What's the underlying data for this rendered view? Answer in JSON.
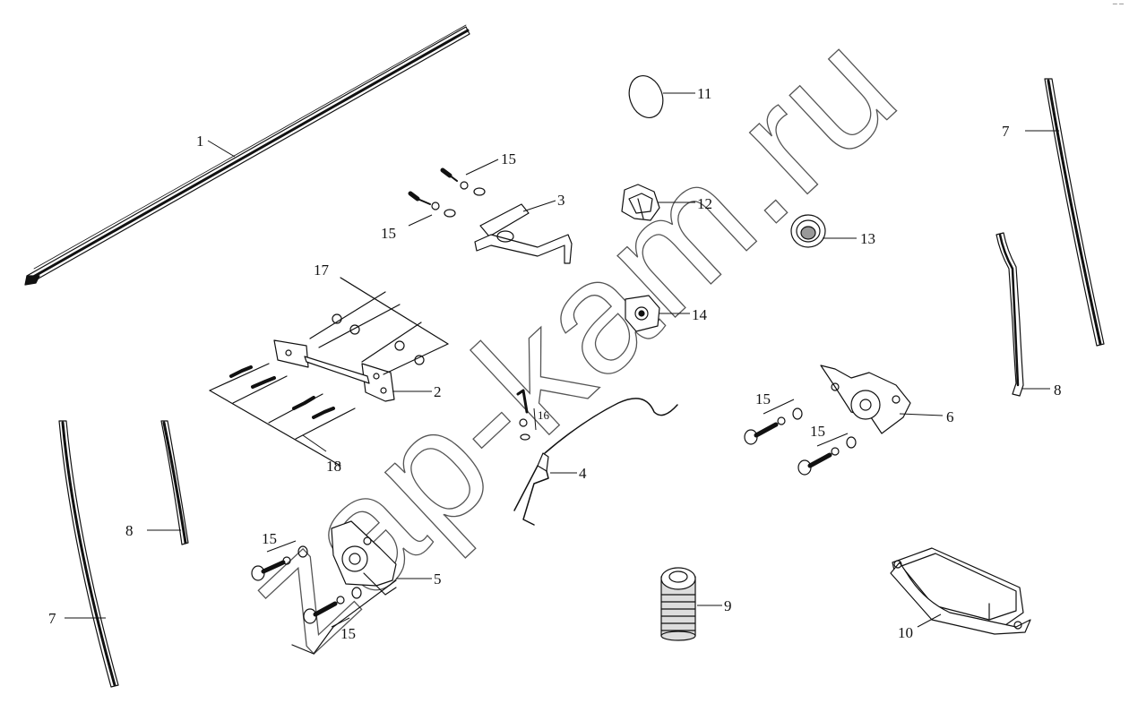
{
  "watermark": "zap-kam.ru",
  "corner_mark": "─ ─",
  "callouts": [
    {
      "id": "c1",
      "label": "1"
    },
    {
      "id": "c2",
      "label": "2"
    },
    {
      "id": "c3",
      "label": "3"
    },
    {
      "id": "c4",
      "label": "4"
    },
    {
      "id": "c5",
      "label": "5"
    },
    {
      "id": "c6",
      "label": "6"
    },
    {
      "id": "c7a",
      "label": "7"
    },
    {
      "id": "c7b",
      "label": "7"
    },
    {
      "id": "c8a",
      "label": "8"
    },
    {
      "id": "c8b",
      "label": "8"
    },
    {
      "id": "c9",
      "label": "9"
    },
    {
      "id": "c10",
      "label": "10"
    },
    {
      "id": "c11",
      "label": "11"
    },
    {
      "id": "c12",
      "label": "12"
    },
    {
      "id": "c13",
      "label": "13"
    },
    {
      "id": "c14",
      "label": "14"
    },
    {
      "id": "c15a",
      "label": "15"
    },
    {
      "id": "c15b",
      "label": "15"
    },
    {
      "id": "c15c",
      "label": "15"
    },
    {
      "id": "c15d",
      "label": "15"
    },
    {
      "id": "c15e",
      "label": "15"
    },
    {
      "id": "c15f",
      "label": "15"
    },
    {
      "id": "c16",
      "label": "16"
    },
    {
      "id": "c17",
      "label": "17"
    },
    {
      "id": "c18",
      "label": "18"
    }
  ]
}
